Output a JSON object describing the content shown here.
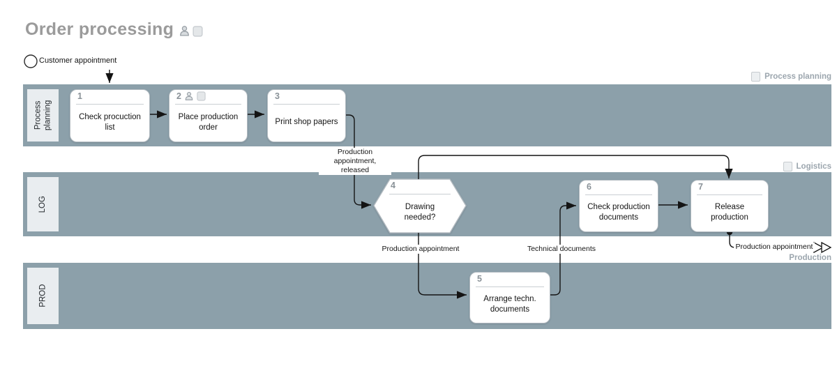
{
  "title": "Order processing",
  "start_event": {
    "label": "Customer appointment"
  },
  "lanes": {
    "planning": {
      "header": "Process\nplanning"
    },
    "log": {
      "header": "LOG"
    },
    "prod": {
      "header": "PROD"
    }
  },
  "lane_captions": {
    "planning": "Process planning",
    "logistics": "Logistics",
    "production": "Production"
  },
  "nodes": {
    "n1": {
      "num": "1",
      "label": "Check procuction\nlist"
    },
    "n2": {
      "num": "2",
      "label": "Place production\norder"
    },
    "n3": {
      "num": "3",
      "label": "Print shop papers"
    },
    "n4": {
      "num": "4",
      "label": "Drawing\nneeded?"
    },
    "n5": {
      "num": "5",
      "label": "Arrange techn.\ndocuments"
    },
    "n6": {
      "num": "6",
      "label": "Check production\ndocuments"
    },
    "n7": {
      "num": "7",
      "label": "Release\nproduction"
    }
  },
  "edge_labels": {
    "released": "Production\nappointment,\nreleased",
    "production_appointment": "Production appointment",
    "technical_documents": "Technical documents"
  },
  "interface_output": {
    "label": "Production appointment"
  },
  "icons": {
    "person": "person-icon",
    "page": "page-icon",
    "process_interface": "double-triangle-process-interface-icon"
  },
  "colors": {
    "lane_fill": "#8CA0AA",
    "lane_header_fill": "#E9EDF0",
    "caption_text": "#9CA6AE",
    "title_text": "#9B9B9B",
    "connector": "#141414"
  }
}
